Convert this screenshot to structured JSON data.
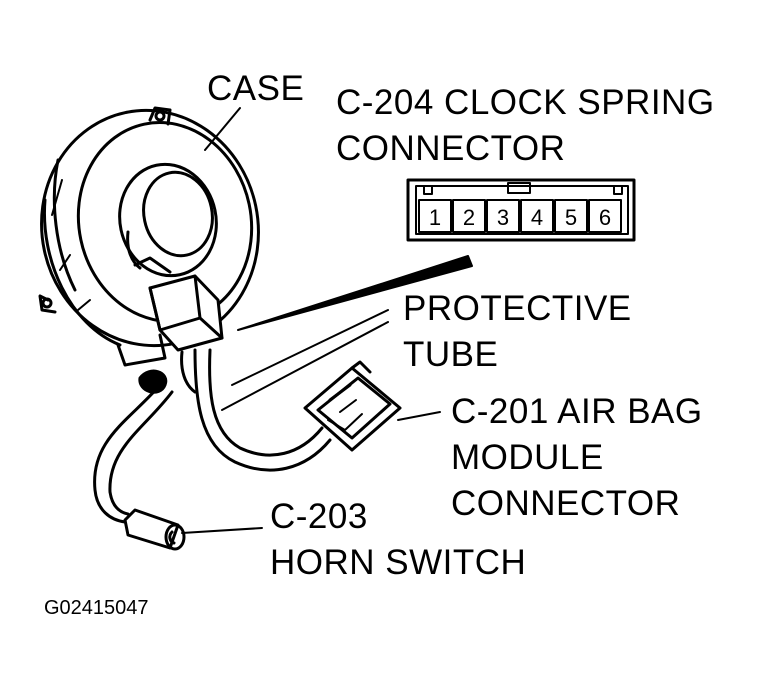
{
  "labels": {
    "case": "CASE",
    "clock_spring_line1": "C-204 CLOCK SPRING",
    "clock_spring_line2": "CONNECTOR",
    "protective_line1": "PROTECTIVE",
    "protective_line2": "TUBE",
    "airbag_line1": "C-201 AIR BAG",
    "airbag_line2": "MODULE",
    "airbag_line3": "CONNECTOR",
    "horn_line1": "C-203",
    "horn_line2": "HORN SWITCH",
    "figure_id": "G02415047"
  },
  "connector_pins": [
    "1",
    "2",
    "3",
    "4",
    "5",
    "6"
  ]
}
